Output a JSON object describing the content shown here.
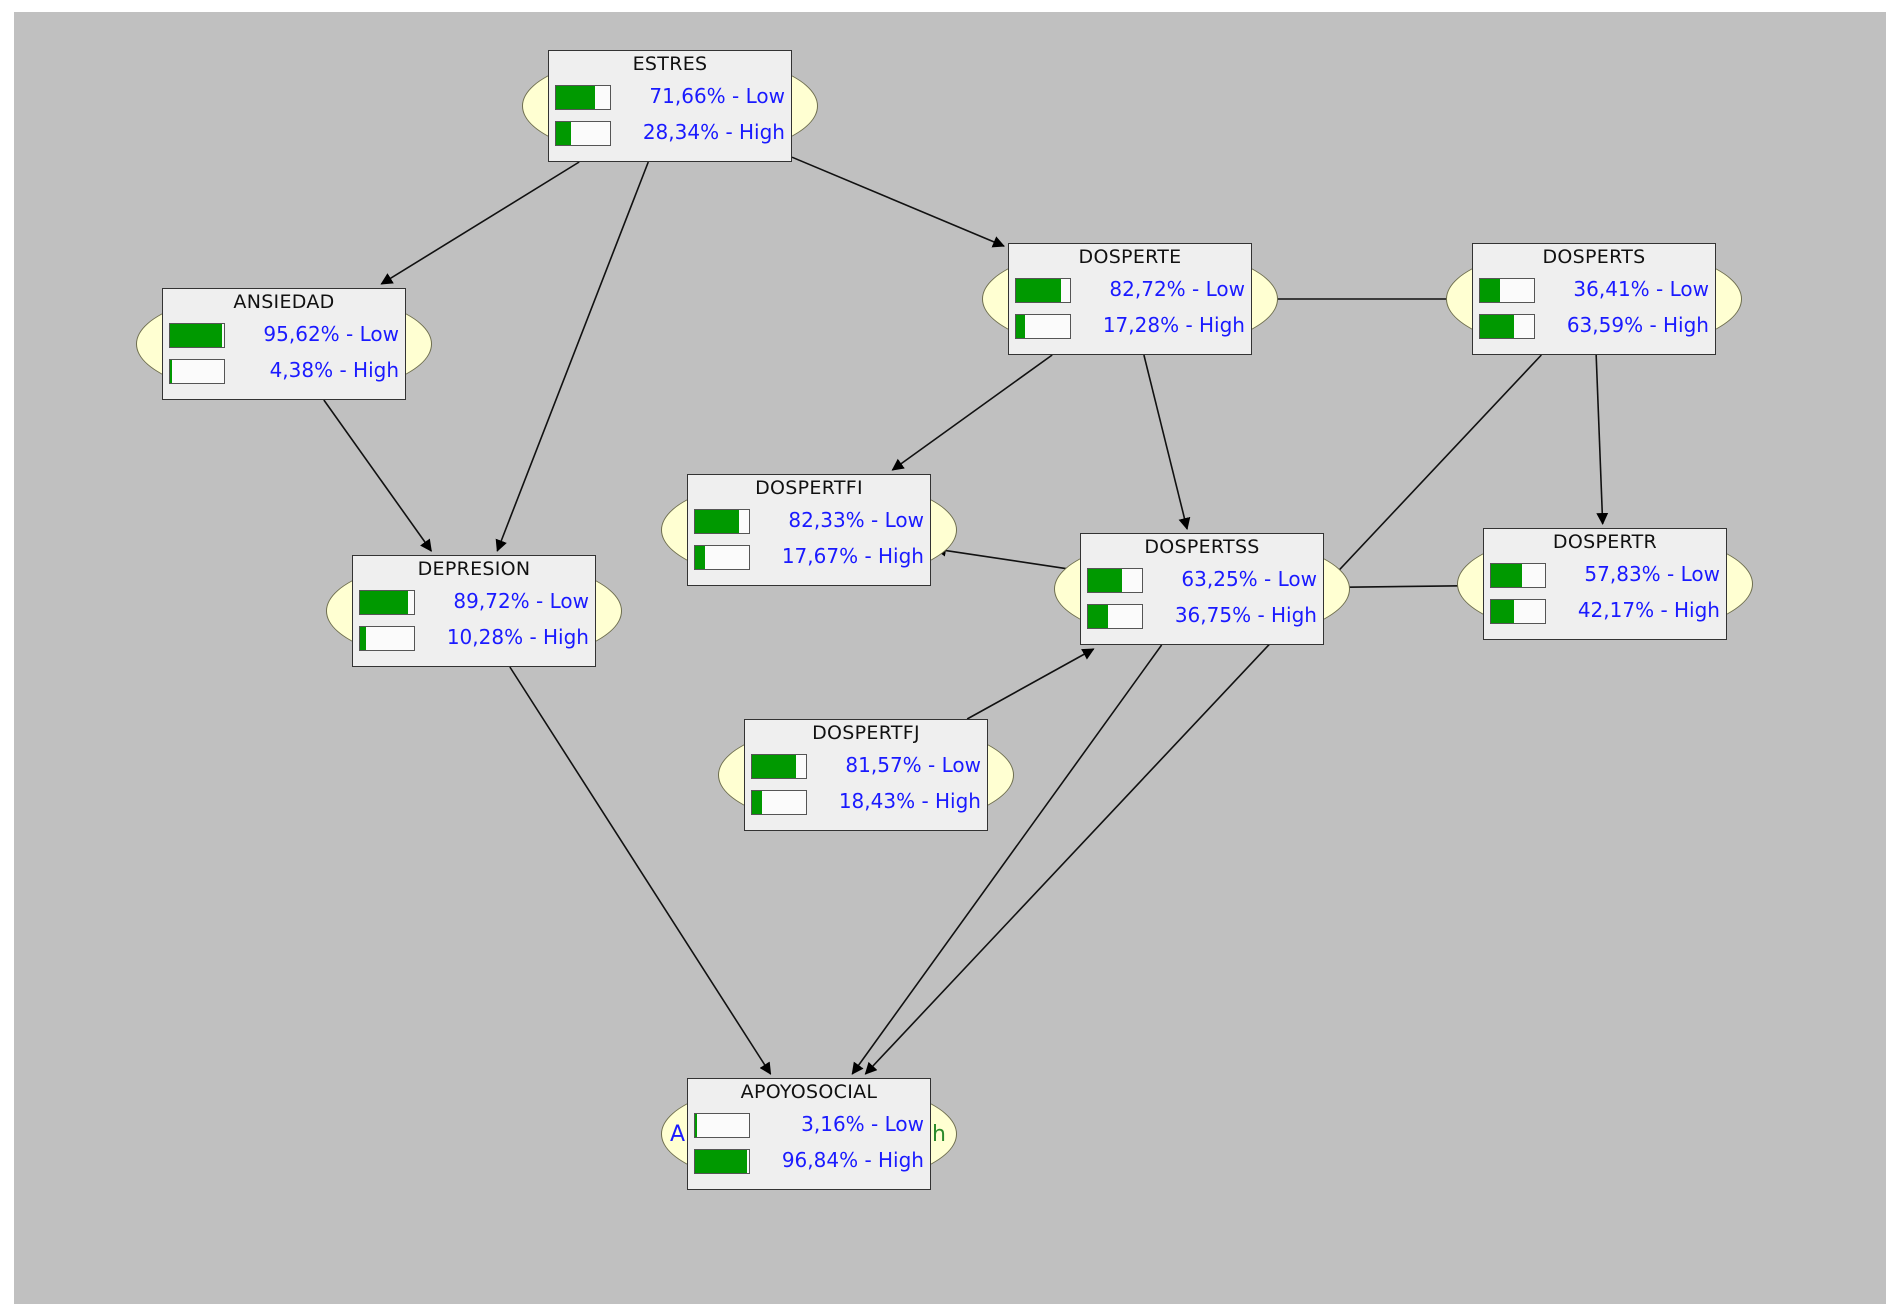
{
  "colors": {
    "background": "#c0c0c0",
    "bar_fill": "#009900",
    "label_text": "#1a1aff",
    "node_ellipse": "#ffffd2"
  },
  "nodes": [
    {
      "id": "estres",
      "title": "ESTRES",
      "states": [
        {
          "label": "71,66% - Low",
          "value": 71.66
        },
        {
          "label": "28,34% - High",
          "value": 28.34
        }
      ]
    },
    {
      "id": "ansiedad",
      "title": "ANSIEDAD",
      "states": [
        {
          "label": "95,62% - Low",
          "value": 95.62
        },
        {
          "label": "4,38% - High",
          "value": 4.38
        }
      ]
    },
    {
      "id": "depresion",
      "title": "DEPRESION",
      "states": [
        {
          "label": "89,72% - Low",
          "value": 89.72
        },
        {
          "label": "10,28% - High",
          "value": 10.28
        }
      ]
    },
    {
      "id": "dosperte",
      "title": "DOSPERTE",
      "states": [
        {
          "label": "82,72% - Low",
          "value": 82.72
        },
        {
          "label": "17,28% - High",
          "value": 17.28
        }
      ]
    },
    {
      "id": "dosperts",
      "title": "DOSPERTS",
      "states": [
        {
          "label": "36,41% - Low",
          "value": 36.41
        },
        {
          "label": "63,59% - High",
          "value": 63.59
        }
      ]
    },
    {
      "id": "dospertfi",
      "title": "DOSPERTFI",
      "states": [
        {
          "label": "82,33% - Low",
          "value": 82.33
        },
        {
          "label": "17,67% - High",
          "value": 17.67
        }
      ]
    },
    {
      "id": "dospertss",
      "title": "DOSPERTSS",
      "states": [
        {
          "label": "63,25% - Low",
          "value": 63.25
        },
        {
          "label": "36,75% - High",
          "value": 36.75
        }
      ]
    },
    {
      "id": "dospertr",
      "title": "DOSPERTR",
      "states": [
        {
          "label": "57,83% - Low",
          "value": 57.83
        },
        {
          "label": "42,17% - High",
          "value": 42.17
        }
      ]
    },
    {
      "id": "dospertfj",
      "title": "DOSPERTFJ",
      "states": [
        {
          "label": "81,57% - Low",
          "value": 81.57
        },
        {
          "label": "18,43% - High",
          "value": 18.43
        }
      ]
    },
    {
      "id": "apoyosocial",
      "title": "APOYOSOCIAL",
      "states": [
        {
          "label": "3,16% - Low",
          "value": 3.16
        },
        {
          "label": "96,84% - High",
          "value": 96.84
        }
      ]
    }
  ],
  "edges": [
    [
      "estres",
      "ansiedad"
    ],
    [
      "estres",
      "depresion"
    ],
    [
      "estres",
      "dosperte"
    ],
    [
      "ansiedad",
      "depresion"
    ],
    [
      "depresion",
      "apoyosocial"
    ],
    [
      "dosperte",
      "dosperts"
    ],
    [
      "dosperte",
      "dospertfi"
    ],
    [
      "dosperte",
      "dospertss"
    ],
    [
      "dosperts",
      "dospertr"
    ],
    [
      "dosperts",
      "apoyosocial"
    ],
    [
      "dospertr",
      "dospertss"
    ],
    [
      "dospertss",
      "dospertfi"
    ],
    [
      "dospertfj",
      "dospertss"
    ],
    [
      "dospertss",
      "apoyosocial"
    ]
  ],
  "ghost_text": {
    "left": "A",
    "right": "h"
  }
}
